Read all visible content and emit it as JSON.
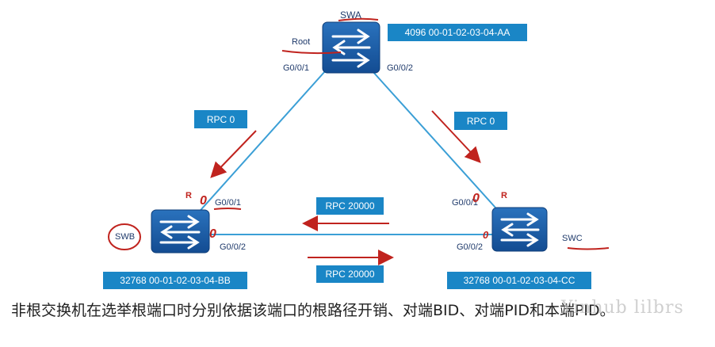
{
  "switches": {
    "swa": {
      "name": "SWA",
      "bid": "4096 00-01-02-03-04-AA",
      "tag": "Root"
    },
    "swb": {
      "name": "SWB",
      "bid": "32768 00-01-02-03-04-BB"
    },
    "swc": {
      "name": "SWC",
      "bid": "32768 00-01-02-03-04-CC"
    }
  },
  "ports": {
    "swa_left": "G0/0/1",
    "swa_right": "G0/0/2",
    "swb_top": "G0/0/1",
    "swb_right": "G0/0/2",
    "swc_top": "G0/0/1",
    "swc_left": "G0/0/2"
  },
  "rpc": {
    "left": "RPC 0",
    "right": "RPC 0",
    "bottom_top": "RPC 20000",
    "bottom_bottom": "RPC 20000"
  },
  "markers": {
    "root_port": "R",
    "zero": "0"
  },
  "colors": {
    "link": "#3b9fd6",
    "box": "#1a86c6",
    "annotation": "#c0231e",
    "switch": "#1b5ea8"
  },
  "caption": "非根交换机在选举根端口时分别依据该端口的根路径开销、对端BID、对端PID和本端PID。",
  "watermark": "Yinhub lilbrs"
}
